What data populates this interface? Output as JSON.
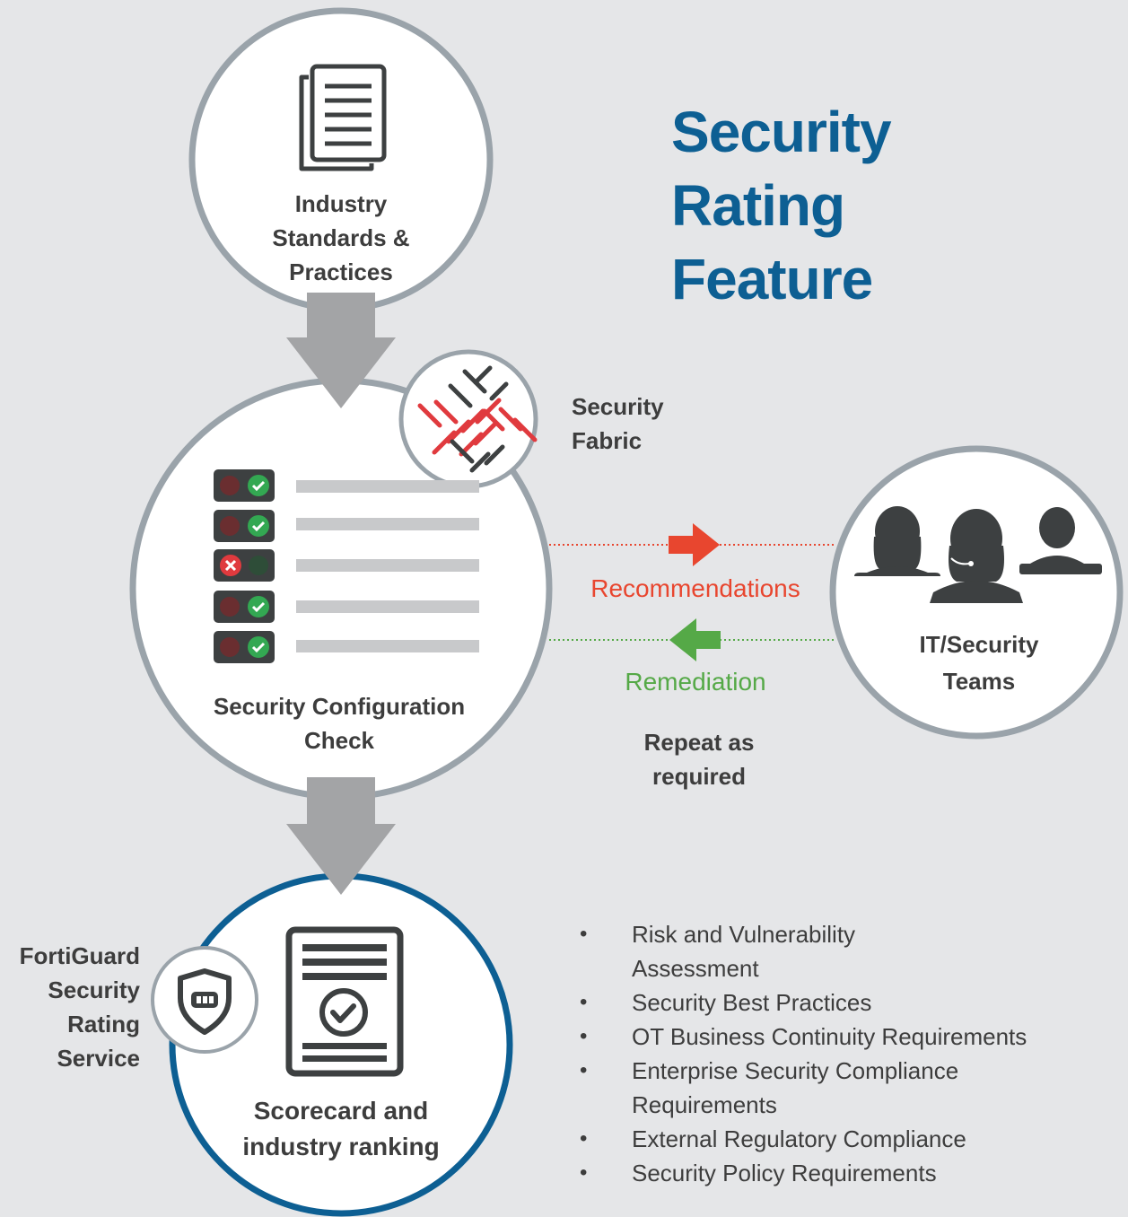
{
  "title": {
    "line1": "Security",
    "line2": "Rating",
    "line3": "Feature"
  },
  "nodes": {
    "standards": {
      "line1": "Industry",
      "line2": "Standards &",
      "line3": "Practices"
    },
    "config_check": {
      "line1": "Security Configuration",
      "line2": "Check"
    },
    "fabric": {
      "line1": "Security",
      "line2": "Fabric"
    },
    "teams": {
      "line1": "IT/Security",
      "line2": "Teams"
    },
    "scorecard": {
      "line1": "Scorecard and",
      "line2": "industry ranking"
    },
    "fortiguard": {
      "line1": "FortiGuard",
      "line2": "Security",
      "line3": "Rating",
      "line4": "Service"
    }
  },
  "flows": {
    "recommendations": "Recommendations",
    "remediation": "Remediation",
    "repeat": {
      "line1": "Repeat as",
      "line2": "required"
    }
  },
  "checklist": [
    "pass",
    "pass",
    "fail",
    "pass",
    "pass"
  ],
  "bullets": [
    {
      "line1": "Risk and Vulnerability",
      "line2": "Assessment"
    },
    {
      "line1": "Security Best Practices"
    },
    {
      "line1": "OT Business Continuity Requirements"
    },
    {
      "line1": "Enterprise Security Compliance",
      "line2": "Requirements"
    },
    {
      "line1": "External Regulatory Compliance"
    },
    {
      "line1": "Security Policy Requirements"
    }
  ],
  "colors": {
    "background": "#e5e6e8",
    "title": "#0d5f93",
    "recommendations": "#e8462f",
    "remediation": "#55a947",
    "scorecard_border": "#0d5f93",
    "gray_border": "#9aa3aa",
    "arrow": "#a3a4a6",
    "icon": "#3d4041"
  }
}
